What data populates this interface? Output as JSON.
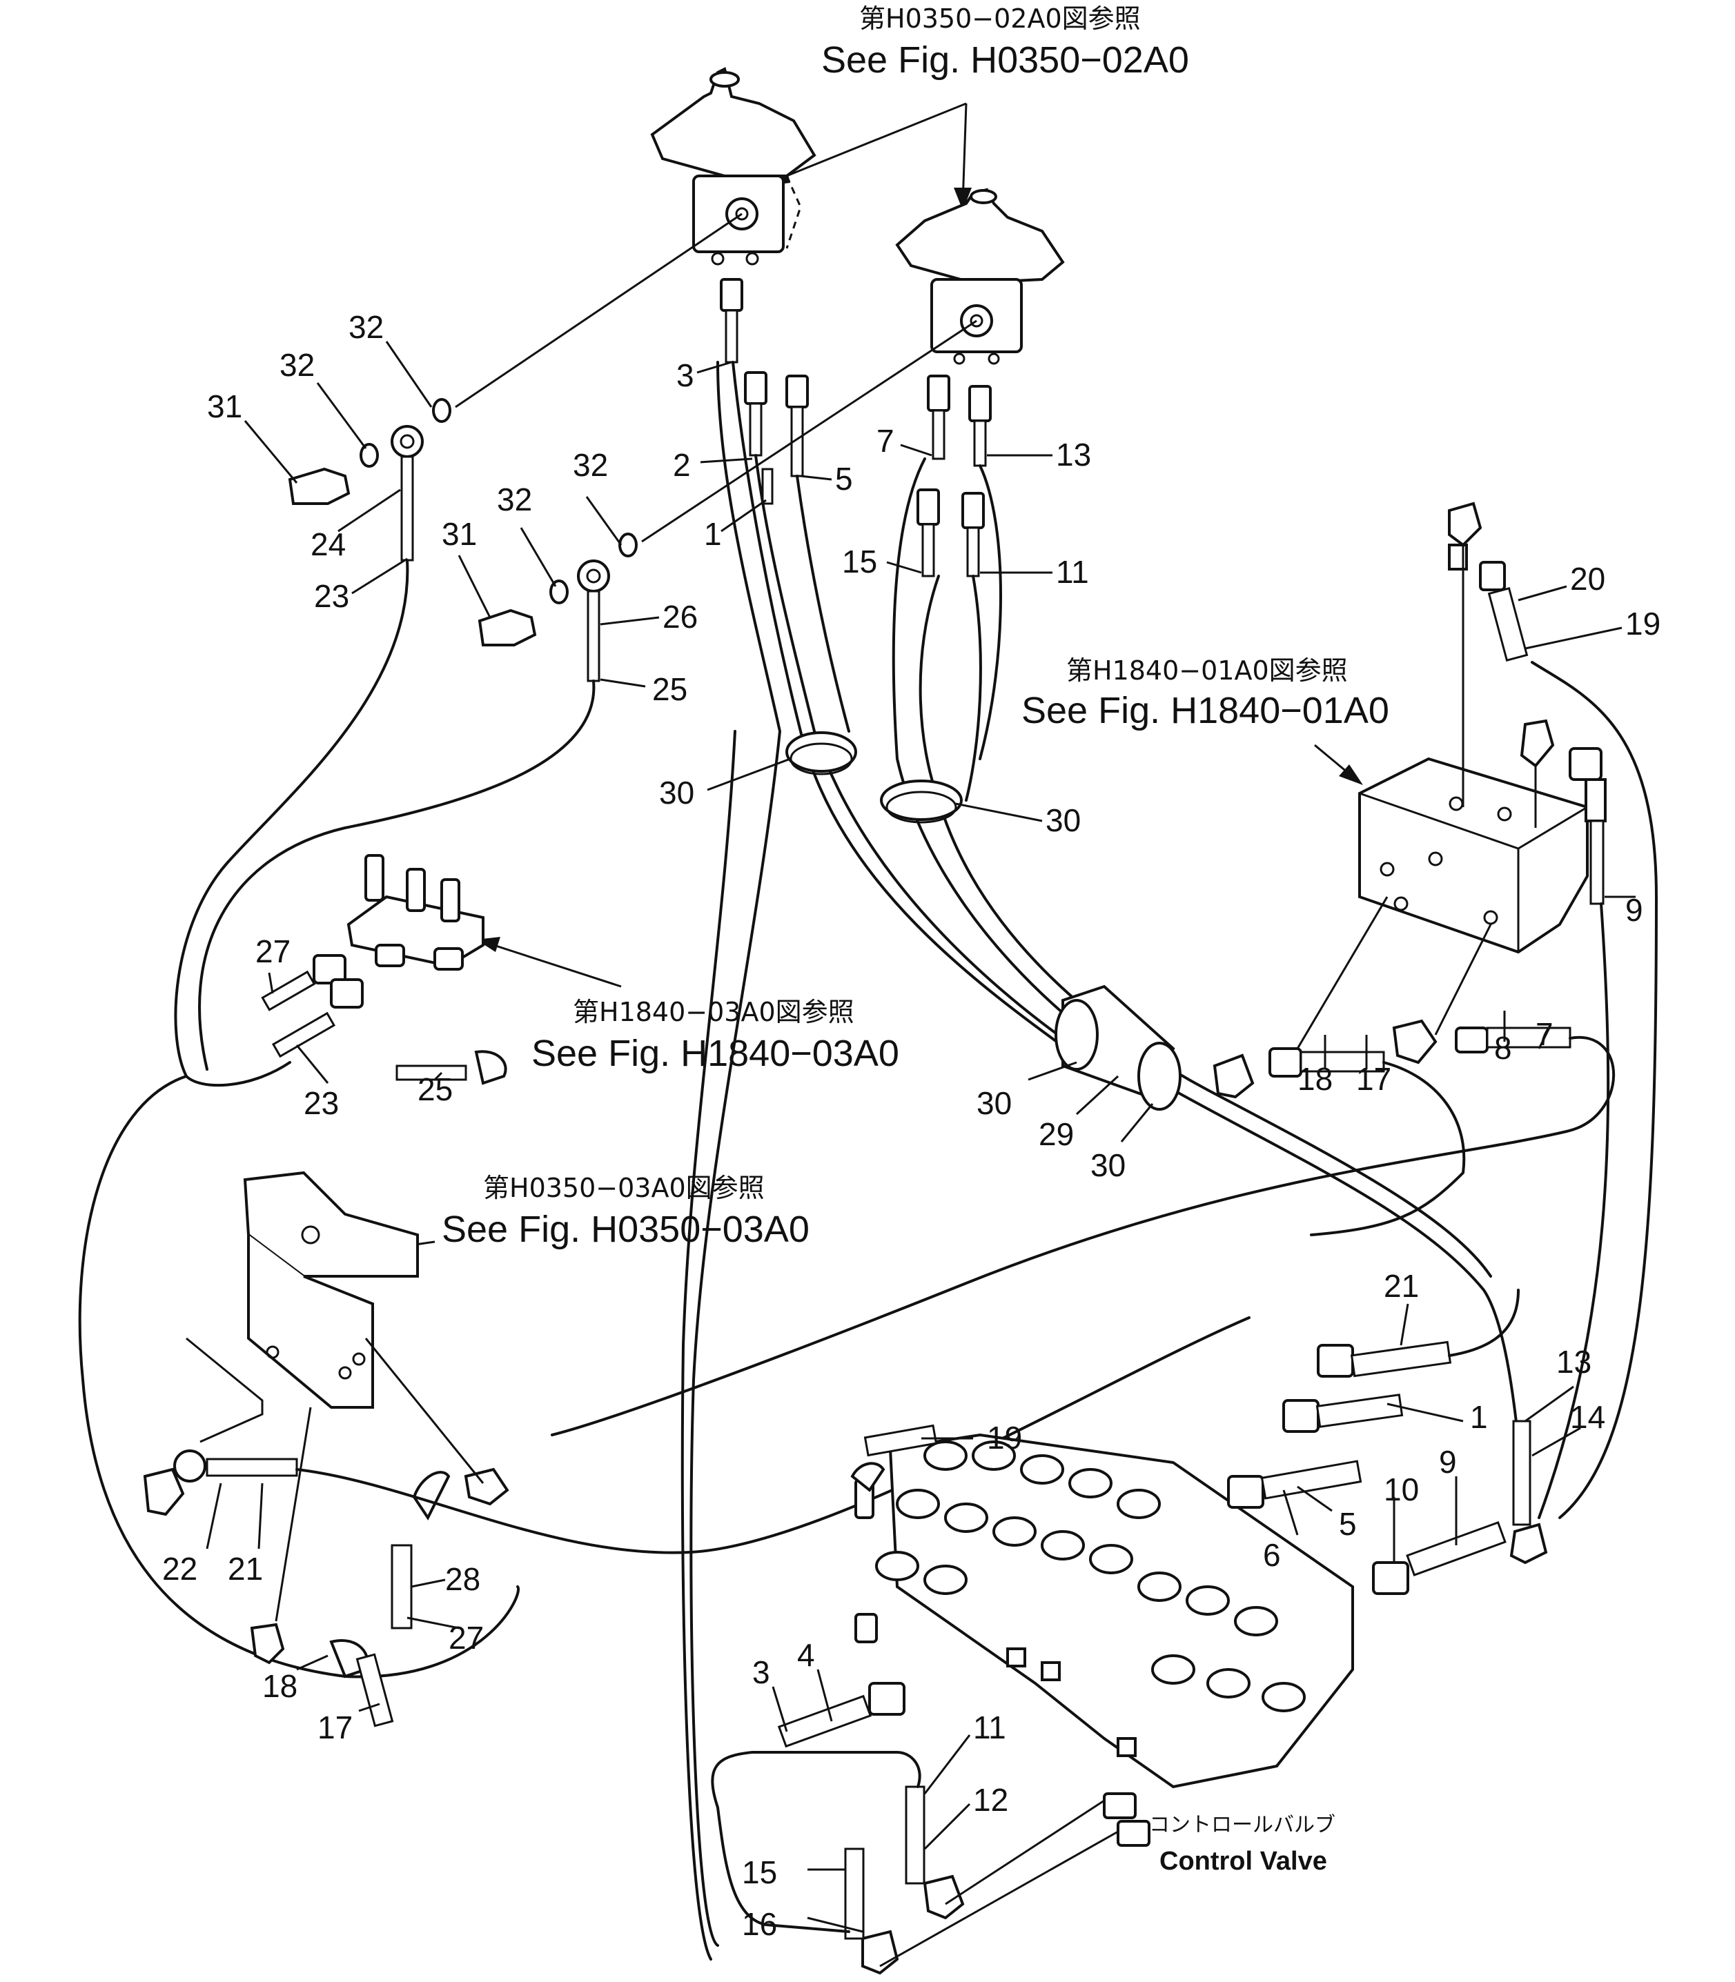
{
  "references": [
    {
      "jp": "第H0350−02A0図参照",
      "en": "See Fig. H0350−02A0"
    },
    {
      "jp": "第H1840−01A0図参照",
      "en": "See Fig. H1840−01A0"
    },
    {
      "jp": "第H1840−03A0図参照",
      "en": "See Fig. H1840−03A0"
    },
    {
      "jp": "第H0350−03A0図参照",
      "en": "See Fig. H0350−03A0"
    }
  ],
  "control_valve": {
    "jp": "コントロールバルブ",
    "en": "Control Valve"
  },
  "callouts": [
    "32",
    "32",
    "31",
    "24",
    "23",
    "32",
    "32",
    "31",
    "26",
    "25",
    "3",
    "2",
    "5",
    "1",
    "7",
    "13",
    "15",
    "11",
    "20",
    "19",
    "30",
    "30",
    "9",
    "27",
    "23",
    "25",
    "8",
    "7",
    "18",
    "17",
    "30",
    "29",
    "30",
    "21",
    "1",
    "19",
    "13",
    "14",
    "22",
    "21",
    "5",
    "6",
    "9",
    "10",
    "28",
    "27",
    "3",
    "4",
    "11",
    "12",
    "18",
    "17",
    "15",
    "16"
  ]
}
